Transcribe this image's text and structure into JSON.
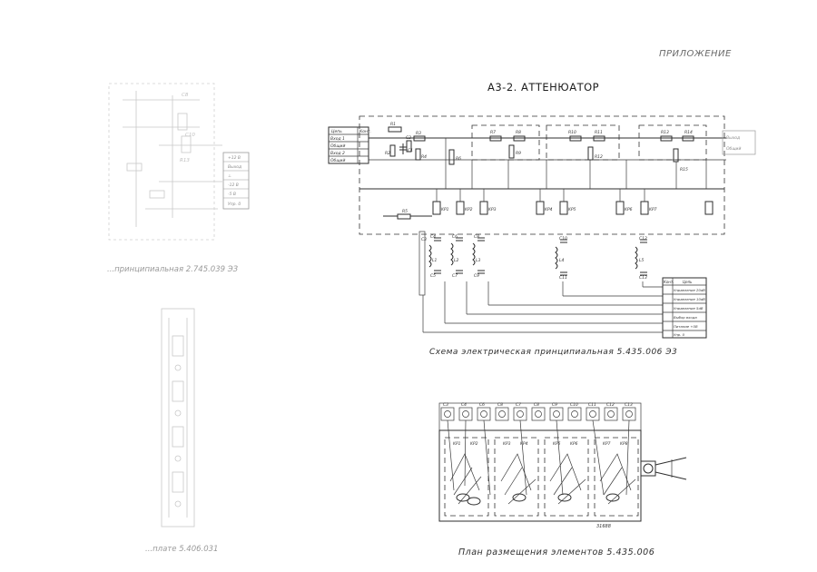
{
  "page": {
    "appendix_label": "ПРИЛОЖЕНИЕ",
    "scheme_title": "А3-2. АТТЕНЮАТОР",
    "faint_corner_note": ""
  },
  "left_panel": {
    "caption_top": "...принципиальная 2.745.039 ЭЗ",
    "caption_bottom": "...плате 5.406.031",
    "terminal_labels": [
      "+12 В",
      "Выход",
      "⊥",
      "-12 В",
      "-5 В",
      "Упр. 0"
    ],
    "component_labels": [
      "C8",
      "C10",
      "R13"
    ]
  },
  "schematic": {
    "caption": "Схема электрическая принципиальная 5.435.006 Э3",
    "input_table": {
      "header": [
        "Цепь",
        "Конт."
      ],
      "rows": [
        "Вход 1",
        "Общий",
        "Вход 2",
        "Общий"
      ]
    },
    "output_labels": [
      "Выход",
      "Общий"
    ],
    "resistors": [
      "R1",
      "R2",
      "R3",
      "R4",
      "R5",
      "R6",
      "R7",
      "R8",
      "R9",
      "R10",
      "R11",
      "R12",
      "R13",
      "R14",
      "R15"
    ],
    "capacitors_top": [
      "C1",
      "C2"
    ],
    "relays": [
      "KP1",
      "KP2",
      "KP3",
      "KP4",
      "KP5",
      "KP6",
      "KP7"
    ],
    "lc_labels": [
      "C3",
      "C4",
      "C5",
      "C6",
      "C7",
      "C8",
      "C9",
      "C10",
      "C11",
      "C12",
      "C13",
      "L1",
      "L2",
      "L3",
      "L4",
      "L5"
    ],
    "control_table": {
      "header": [
        "Конт.",
        "Цепь"
      ],
      "rows": [
        "Управление 20dB",
        "Управление 10dB",
        "Управление 5dB",
        "Выбор входа",
        "Питание +5В",
        "Упр. 0"
      ]
    }
  },
  "placement_plan": {
    "caption": "План размещения элементов 5.435.006",
    "top_labels": [
      "C3",
      "C4",
      "C6",
      "C8",
      "C7",
      "C8",
      "C9",
      "C10",
      "C11",
      "C12",
      "C13"
    ],
    "relay_labels": [
      "KP1",
      "KP2",
      "KP3",
      "KP4",
      "KP5",
      "KP6",
      "KP7",
      "KP8"
    ],
    "sheet_number": "31688"
  }
}
